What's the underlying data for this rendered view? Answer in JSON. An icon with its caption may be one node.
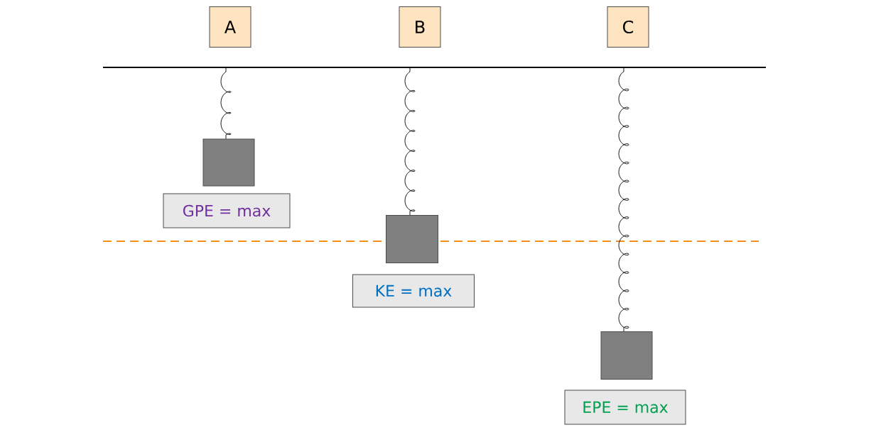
{
  "diagram": {
    "nodes": [
      {
        "text": [
          "A"
        ]
      },
      {
        "text": [
          "B"
        ]
      },
      {
        "text": [
          "C"
        ]
      },
      {
        "text": [],
        "shape": "bar"
      },
      {
        "text": [],
        "shape": "box"
      },
      {
        "text": [
          "GPE = max"
        ]
      },
      {
        "text": [],
        "shape": "box"
      },
      {
        "text": [
          "KE = max"
        ]
      },
      {
        "text": [],
        "shape": "box"
      },
      {
        "text": [
          "EPE = max"
        ]
      }
    ],
    "edges": [
      {
        "from": 3,
        "to": 4,
        "arrow": "none"
      },
      {
        "from": 3,
        "to": 6,
        "arrow": "none"
      },
      {
        "from": 3,
        "to": 8,
        "arrow": "none"
      }
    ]
  }
}
